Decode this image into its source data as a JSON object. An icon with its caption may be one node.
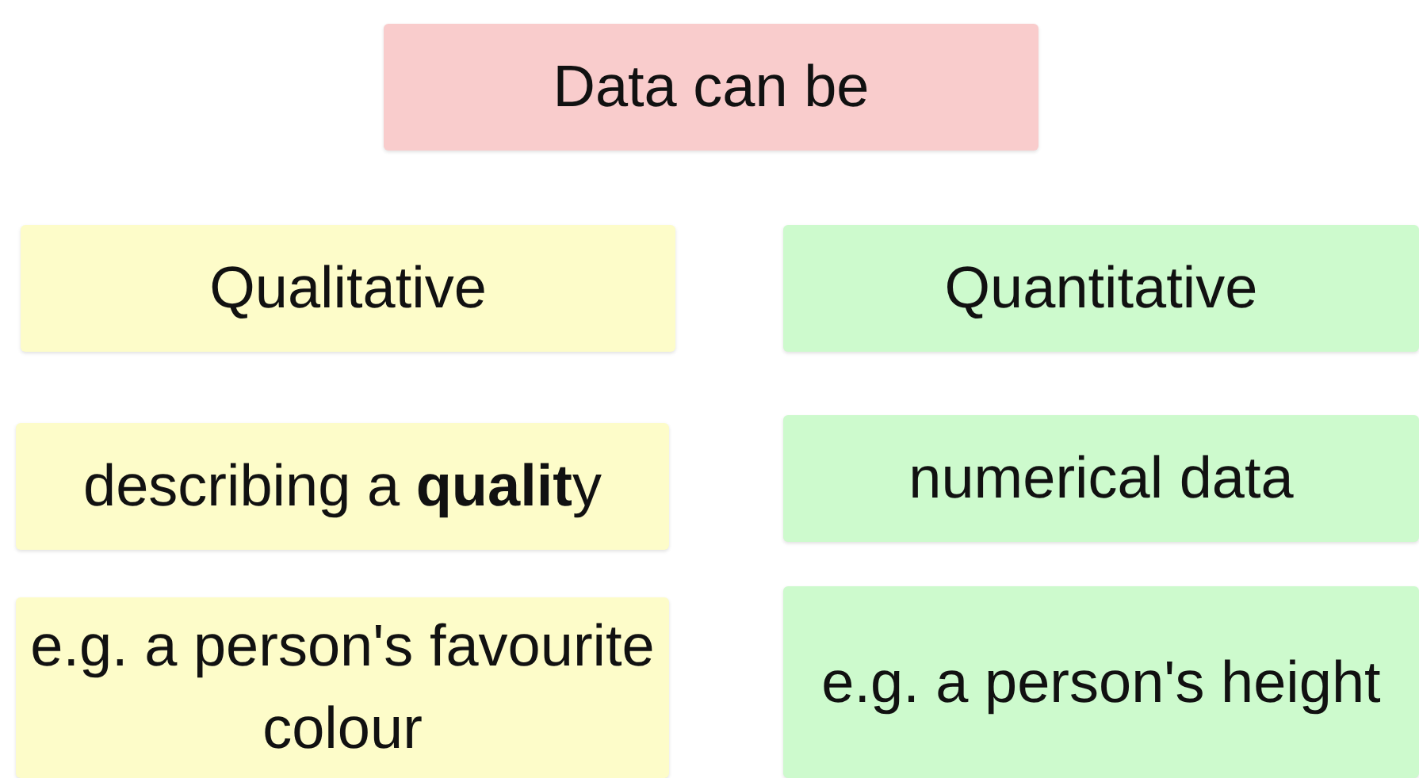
{
  "diagram": {
    "nodes": [
      {
        "text": [
          "Data can be"
        ]
      },
      {
        "text": [
          "Qualitative"
        ]
      },
      {
        "text": [
          "Quantitative"
        ]
      },
      {
        "text": [
          "describing a **qualit**y"
        ]
      },
      {
        "text": [
          "numerical data"
        ]
      },
      {
        "text": [
          "e.g. a person's favourite colour"
        ]
      },
      {
        "text": [
          "e.g. a person's height"
        ]
      }
    ]
  }
}
